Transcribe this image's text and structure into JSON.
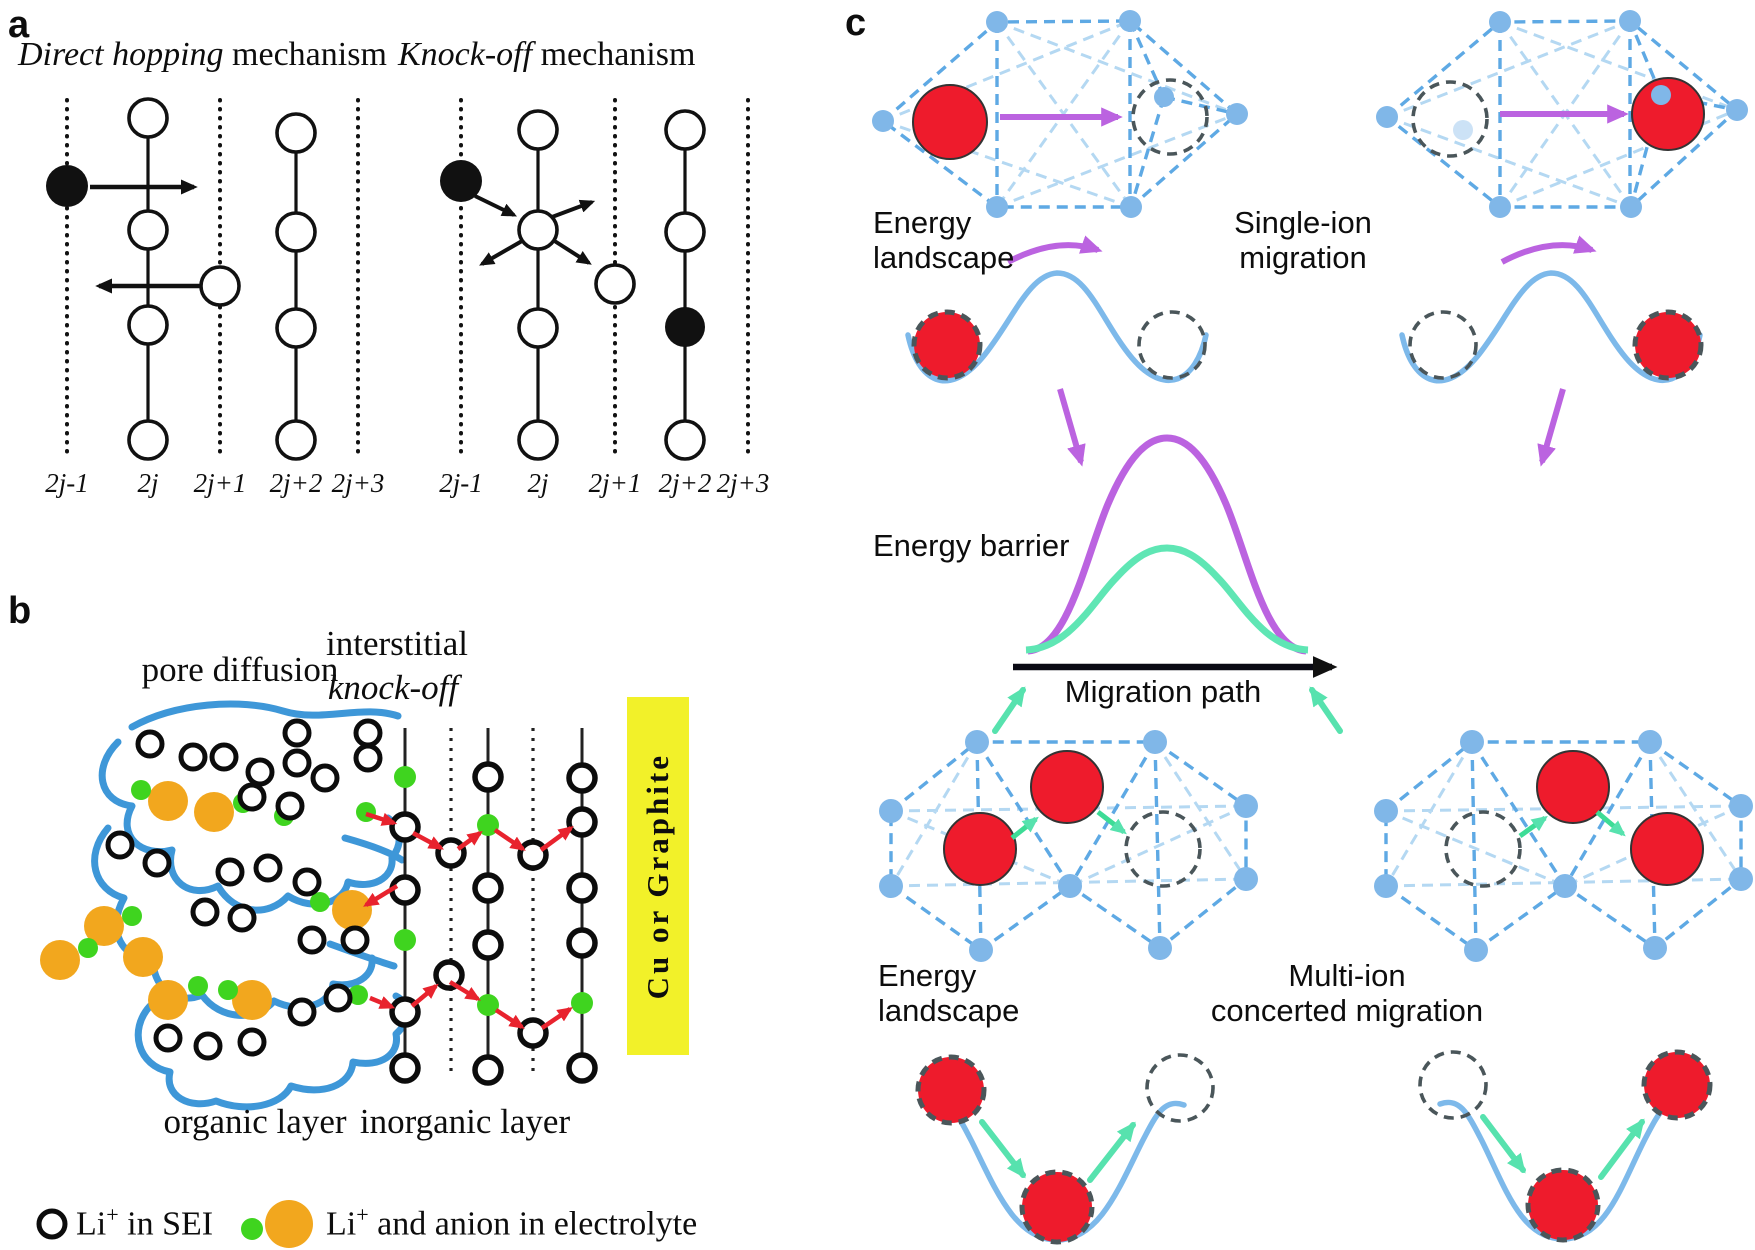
{
  "panel_a": {
    "label": "a",
    "direct": {
      "em": "Direct hopping",
      "rest": " mechanism",
      "cols": [
        "2j-1",
        "2j",
        "2j+1",
        "2j+2",
        "2j+3"
      ]
    },
    "knock": {
      "em": "Knock-off",
      "rest": " mechanism",
      "cols": [
        "2j-1",
        "2j",
        "2j+1",
        "2j+2",
        "2j+3"
      ]
    }
  },
  "panel_b": {
    "label": "b",
    "pore": "pore diffusion",
    "interstitial_1": "interstitial",
    "interstitial_2": "knock-off",
    "electrode": "Cu or Graphite",
    "organic": "organic layer",
    "inorganic": "inorganic layer",
    "legend": {
      "li": "Li",
      "plus": "+",
      "sei_rest": " in SEI",
      "anion_rest": " and anion in electrolyte"
    }
  },
  "panel_c": {
    "label": "c",
    "landscape_top": [
      "Energy",
      "landscape"
    ],
    "single_ion": [
      "Single-ion",
      "migration"
    ],
    "barrier": "Energy barrier",
    "migration_path": "Migration path",
    "landscape_bottom": [
      "Energy",
      "landscape"
    ],
    "multi_ion": [
      "Multi-ion",
      "concerted migration"
    ]
  },
  "colors": {
    "red_ion": "#ee1b2c",
    "node_blue": "#80b7e8",
    "edge_blue": "#5ea9e4",
    "curve_blue": "#7db9ea",
    "purple": "#bb63e0",
    "mint": "#57e2ae",
    "sei_green": "#3fd41f",
    "anion_orange": "#f2a71e",
    "electrode_yellow": "#f2f129",
    "arrow_red": "#e8232e"
  }
}
